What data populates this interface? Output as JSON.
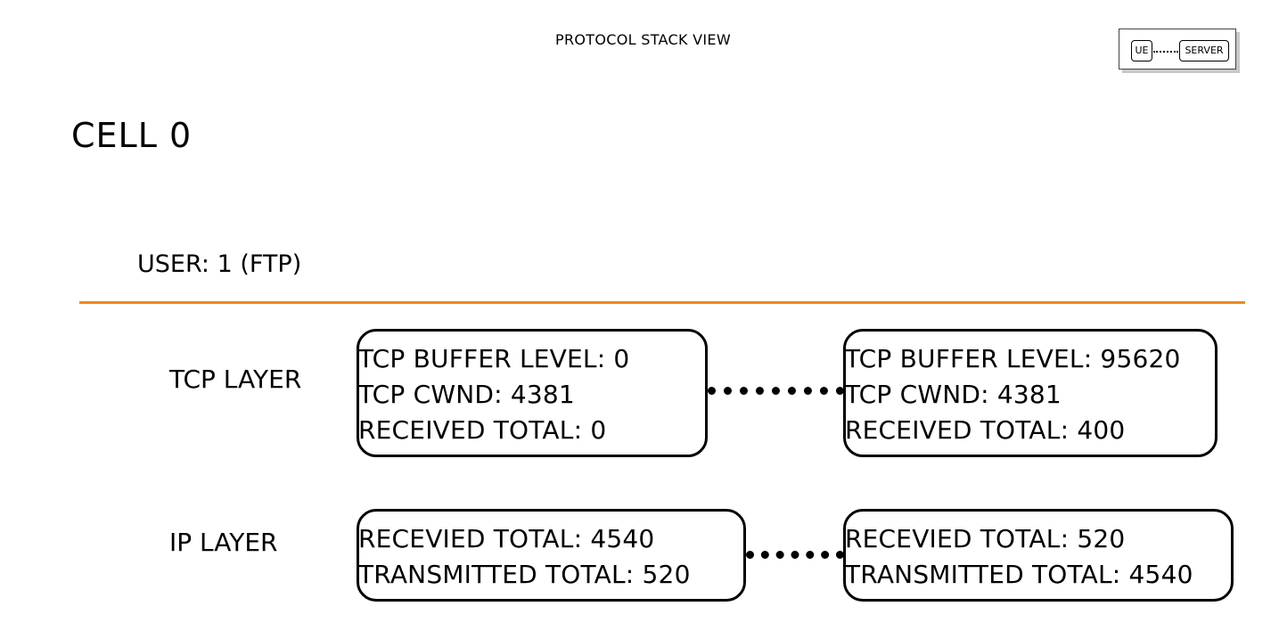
{
  "header": {
    "title": "PROTOCOL STACK VIEW"
  },
  "legend": {
    "left_node": "UE",
    "right_node": "SERVER"
  },
  "cell": {
    "title": "CELL 0"
  },
  "user": {
    "label": "USER: 1 (FTP)"
  },
  "layers": {
    "tcp": {
      "label": "TCP LAYER",
      "ue": {
        "buffer_level": "TCP BUFFER LEVEL: 0",
        "cwnd": "TCP CWND: 4381",
        "received_total": "RECEIVED TOTAL: 0"
      },
      "server": {
        "buffer_level": "TCP BUFFER LEVEL: 95620",
        "cwnd": "TCP CWND: 4381",
        "received_total": "RECEIVED TOTAL: 400"
      }
    },
    "ip": {
      "label": "IP LAYER",
      "ue": {
        "received_total": "RECEVIED TOTAL: 4540",
        "transmitted_total": "TRANSMITTED TOTAL: 520"
      },
      "server": {
        "received_total": "RECEVIED TOTAL: 520",
        "transmitted_total": "TRANSMITTED TOTAL: 4540"
      }
    }
  },
  "colors": {
    "accent_rule": "#ee8a1a",
    "border": "#000000",
    "background": "#ffffff"
  }
}
